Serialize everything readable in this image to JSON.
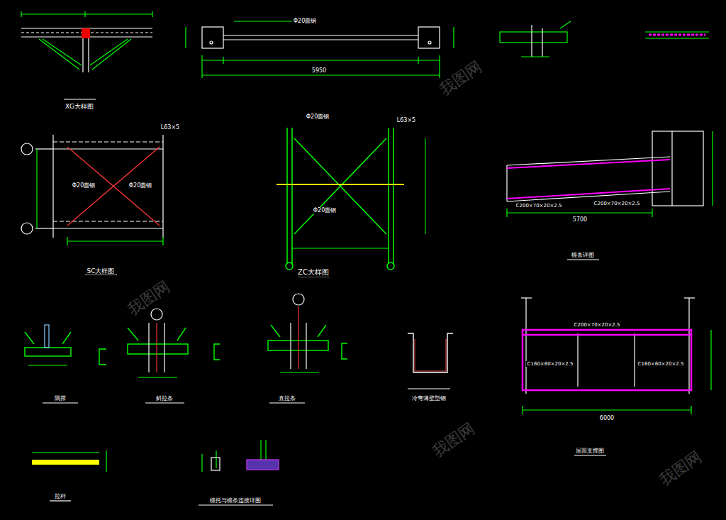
{
  "diagram": {
    "labels": [
      "XG大样图",
      "Φ20圆钢",
      "5950",
      "SC大样图",
      "L63×5",
      "Φ20圆钢",
      "Φ20圆钢",
      "ZC大样图",
      "L63×5",
      "Φ20圆钢",
      "Φ20圆钢",
      "C200×70×20×2.5",
      "C200×70×20×2.5",
      "5700",
      "檩条详图",
      "C200×70×20×2.5",
      "C160×60×20×2.5",
      "C160×60×20×2.5",
      "6000",
      "屋面支撑图",
      "隅撑",
      "斜拉条",
      "直拉条",
      "冷弯薄壁型钢",
      "拉杆",
      "檩托与檩条连接详图",
      "我图网",
      "我图网",
      "我图网",
      "我图网"
    ]
  }
}
